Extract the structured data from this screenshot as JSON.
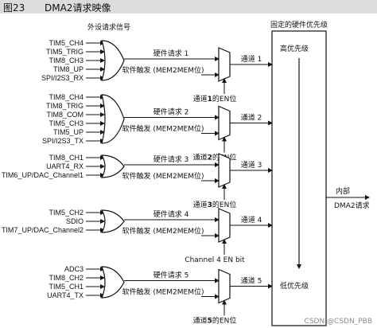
{
  "figure": {
    "number": "图23",
    "title": "DMA2请求映像"
  },
  "labels": {
    "peripheral_header": "外设请求信号",
    "controller_header": "固定的硬件优先级",
    "high_priority": "高优先级",
    "low_priority": "低优先级",
    "internal": "内部",
    "dma_request": "DMA2请求",
    "watermark": "CSDN @CSDN_PBB"
  },
  "channels": [
    {
      "signals": [
        "TIM5_CH4",
        "TIM5_TRIG",
        "TIM8_CH3",
        "TIM8_UP",
        "SPI/I2S3_RX"
      ],
      "hw_request": "硬件请求 1",
      "sw_trigger": "软件触发 (MEM2MEM位)",
      "channel": "通道 1",
      "enable_prefix": "通道",
      "enable_num": "1",
      "enable_suffix": "的EN位"
    },
    {
      "signals": [
        "TIM8_CH4",
        "TIM8_TRIG",
        "TIM8_COM",
        "TIM5_CH3",
        "TIM5_UP",
        "SPI/I2S3_TX"
      ],
      "hw_request": "硬件请求 2",
      "sw_trigger": "软件触发 (MEM2MEM位)",
      "channel": "通道 2",
      "enable_prefix": "通道",
      "enable_num": "2",
      "enable_suffix": "的EN位"
    },
    {
      "signals": [
        "TIM8_CH1",
        "UART4_RX",
        "TIM6_UP/DAC_Channel1"
      ],
      "hw_request": "硬件请求 3",
      "sw_trigger": "软件触发 (MEM2MEM位)",
      "channel": "通道 3",
      "enable_prefix": "通道",
      "enable_num": "3",
      "enable_suffix": "的EN位"
    },
    {
      "signals": [
        "TIM5_CH2",
        "SDIO",
        "TIM7_UP/DAC_Channel2"
      ],
      "hw_request": "硬件请求 4",
      "sw_trigger": "软件触发 (MEM2MEM位)",
      "channel": "通道 4",
      "enable_prefix": "",
      "enable_num": "",
      "enable_suffix": "Channel 4 EN bit"
    },
    {
      "signals": [
        "ADC3",
        "TIM8_CH2",
        "TIM5_CH1",
        "UART4_TX"
      ],
      "hw_request": "硬件请求 5",
      "sw_trigger": "软件触发 (MEM2MEM位)",
      "channel": "通道 5",
      "enable_prefix": "通道",
      "enable_num": "5",
      "enable_suffix": "的EN位"
    }
  ]
}
